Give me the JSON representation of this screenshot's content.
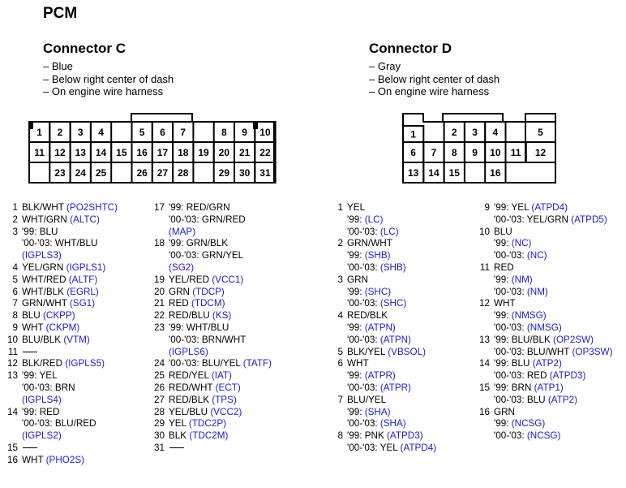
{
  "title": "PCM",
  "colors": {
    "signal": "#2020c8"
  },
  "connector_c": {
    "name": "Connector C",
    "desc": [
      "– Blue",
      "– Below right center of dash",
      "– On engine wire harness"
    ],
    "pins_col1": [
      {
        "n": "1",
        "lines": [
          [
            "BLK/WHT ",
            "(PO2SHTC)"
          ]
        ]
      },
      {
        "n": "2",
        "lines": [
          [
            "WHT/GRN ",
            "(ALTC)"
          ]
        ]
      },
      {
        "n": "3",
        "lines": [
          [
            "'99: BLU",
            ""
          ],
          [
            "'00-'03: WHT/BLU",
            ""
          ],
          [
            "",
            "(IGPLS3)"
          ]
        ]
      },
      {
        "n": "4",
        "lines": [
          [
            "YEL/GRN ",
            "(IGPLS1)"
          ]
        ]
      },
      {
        "n": "5",
        "lines": [
          [
            "WHT/RED ",
            "(ALTF)"
          ]
        ]
      },
      {
        "n": "6",
        "lines": [
          [
            "WHT/BLK ",
            "(EGRL)"
          ]
        ]
      },
      {
        "n": "7",
        "lines": [
          [
            "GRN/WHT ",
            "(SG1)"
          ]
        ]
      },
      {
        "n": "8",
        "lines": [
          [
            "BLU ",
            "(CKPP)"
          ]
        ]
      },
      {
        "n": "9",
        "lines": [
          [
            "WHT ",
            "(CKPM)"
          ]
        ]
      },
      {
        "n": "10",
        "lines": [
          [
            "BLU/BLK ",
            "(VTM)"
          ]
        ]
      },
      {
        "n": "11",
        "lines": [
          [
            "",
            ""
          ]
        ],
        "empty": true
      },
      {
        "n": "12",
        "lines": [
          [
            "BLK/RED ",
            "(IGPLS5)"
          ]
        ]
      },
      {
        "n": "13",
        "lines": [
          [
            "'99: YEL",
            ""
          ],
          [
            "'00-'03: BRN",
            ""
          ],
          [
            "",
            "(IGPLS4)"
          ]
        ]
      },
      {
        "n": "14",
        "lines": [
          [
            "'99: RED",
            ""
          ],
          [
            "'00-'03: BLU/RED",
            ""
          ],
          [
            "",
            "(IGPLS2)"
          ]
        ]
      },
      {
        "n": "15",
        "lines": [
          [
            "",
            ""
          ]
        ],
        "empty": true
      },
      {
        "n": "16",
        "lines": [
          [
            "WHT ",
            "(PHO2S)"
          ]
        ]
      }
    ],
    "pins_col2": [
      {
        "n": "17",
        "lines": [
          [
            "'99: RED/GRN",
            ""
          ],
          [
            "'00-'03: GRN/RED",
            ""
          ],
          [
            "",
            "(MAP)"
          ]
        ]
      },
      {
        "n": "18",
        "lines": [
          [
            "'99: GRN/BLK",
            ""
          ],
          [
            "'00-'03: GRN/YEL",
            ""
          ],
          [
            "",
            "(SG2)"
          ]
        ]
      },
      {
        "n": "19",
        "lines": [
          [
            "YEL/RED ",
            "(VCC1)"
          ]
        ]
      },
      {
        "n": "20",
        "lines": [
          [
            "GRN ",
            "(TDCP)"
          ]
        ]
      },
      {
        "n": "21",
        "lines": [
          [
            "RED ",
            "(TDCM)"
          ]
        ]
      },
      {
        "n": "22",
        "lines": [
          [
            "RED/BLU ",
            "(KS)"
          ]
        ]
      },
      {
        "n": "23",
        "lines": [
          [
            "'99: WHT/BLU",
            ""
          ],
          [
            "'00-'03: BRN/WHT",
            ""
          ],
          [
            "",
            "(IGPLS6)"
          ]
        ]
      },
      {
        "n": "24",
        "lines": [
          [
            "'00-'03: BLU/YEL ",
            "(TATF)"
          ]
        ]
      },
      {
        "n": "25",
        "lines": [
          [
            "RED/YEL ",
            "(IAT)"
          ]
        ]
      },
      {
        "n": "26",
        "lines": [
          [
            "RED/WHT ",
            "(ECT)"
          ]
        ]
      },
      {
        "n": "27",
        "lines": [
          [
            "RED/BLK ",
            "(TPS)"
          ]
        ]
      },
      {
        "n": "28",
        "lines": [
          [
            "YEL/BLU ",
            "(VCC2)"
          ]
        ]
      },
      {
        "n": "29",
        "lines": [
          [
            "YEL ",
            "(TDC2P)"
          ]
        ]
      },
      {
        "n": "30",
        "lines": [
          [
            "BLK ",
            "(TDC2M)"
          ]
        ]
      },
      {
        "n": "31",
        "lines": [
          [
            "",
            ""
          ]
        ],
        "empty": true
      }
    ]
  },
  "connector_d": {
    "name": "Connector D",
    "desc": [
      "– Gray",
      "– Below right center of dash",
      "– On engine wire harness"
    ],
    "pins_col1": [
      {
        "n": "1",
        "lines": [
          [
            "YEL",
            ""
          ],
          [
            "'99: ",
            "(LC)"
          ],
          [
            "'00-'03: ",
            "(LC)"
          ]
        ]
      },
      {
        "n": "2",
        "lines": [
          [
            "GRN/WHT",
            ""
          ],
          [
            "'99: ",
            "(SHB)"
          ],
          [
            "'00-'03: ",
            "(SHB)"
          ]
        ]
      },
      {
        "n": "3",
        "lines": [
          [
            "GRN",
            ""
          ],
          [
            "'99: ",
            "(SHC)"
          ],
          [
            "'00-'03: ",
            "(SHC)"
          ]
        ]
      },
      {
        "n": "4",
        "lines": [
          [
            "RED/BLK",
            ""
          ],
          [
            "'99: ",
            "(ATPN)"
          ],
          [
            "'00-'03: ",
            "(ATPN)"
          ]
        ]
      },
      {
        "n": "5",
        "lines": [
          [
            "BLK/YEL ",
            "(VBSOL)"
          ]
        ]
      },
      {
        "n": "6",
        "lines": [
          [
            "WHT",
            ""
          ],
          [
            "'99: ",
            "(ATPR)"
          ],
          [
            "'00-'03: ",
            "(ATPR)"
          ]
        ]
      },
      {
        "n": "7",
        "lines": [
          [
            "BLU/YEL",
            ""
          ],
          [
            "'99: ",
            "(SHA)"
          ],
          [
            "'00-'03: ",
            "(SHA)"
          ]
        ]
      },
      {
        "n": "8",
        "lines": [
          [
            "'99: PNK ",
            "(ATPD3)"
          ],
          [
            "'00-'03: YEL ",
            "(ATPD4)"
          ]
        ]
      }
    ],
    "pins_col2": [
      {
        "n": "9",
        "lines": [
          [
            "'99: YEL ",
            "(ATPD4)"
          ],
          [
            "'00-'03: YEL/GRN ",
            "(ATPD5)"
          ]
        ]
      },
      {
        "n": "10",
        "lines": [
          [
            "BLU",
            ""
          ],
          [
            "'99: ",
            "(NC)"
          ],
          [
            "'00-'03: ",
            "(NC)"
          ]
        ]
      },
      {
        "n": "11",
        "lines": [
          [
            "RED",
            ""
          ],
          [
            "'99: ",
            "(NM)"
          ],
          [
            "'00-'03: ",
            "(NM)"
          ]
        ]
      },
      {
        "n": "12",
        "lines": [
          [
            "WHT",
            ""
          ],
          [
            "'99: ",
            "(NMSG)"
          ],
          [
            "'00-'03: ",
            "(NMSG)"
          ]
        ]
      },
      {
        "n": "13",
        "lines": [
          [
            "'99: BLU/BLK ",
            "(OP2SW)"
          ],
          [
            "'00-'03: BLU/WHT ",
            "(OP3SW)"
          ]
        ]
      },
      {
        "n": "14",
        "lines": [
          [
            "'99: BLU ",
            "(ATP2)"
          ],
          [
            "'00-'03: RED ",
            "(ATPD3)"
          ]
        ]
      },
      {
        "n": "15",
        "lines": [
          [
            "'99: BRN ",
            "(ATP1)"
          ],
          [
            "'00-'03: BLU ",
            "(ATP2)"
          ]
        ]
      },
      {
        "n": "16",
        "lines": [
          [
            "GRN",
            ""
          ],
          [
            "'99: ",
            "(NCSG)"
          ],
          [
            "'00-'03: ",
            "(NCSG)"
          ]
        ]
      }
    ]
  }
}
